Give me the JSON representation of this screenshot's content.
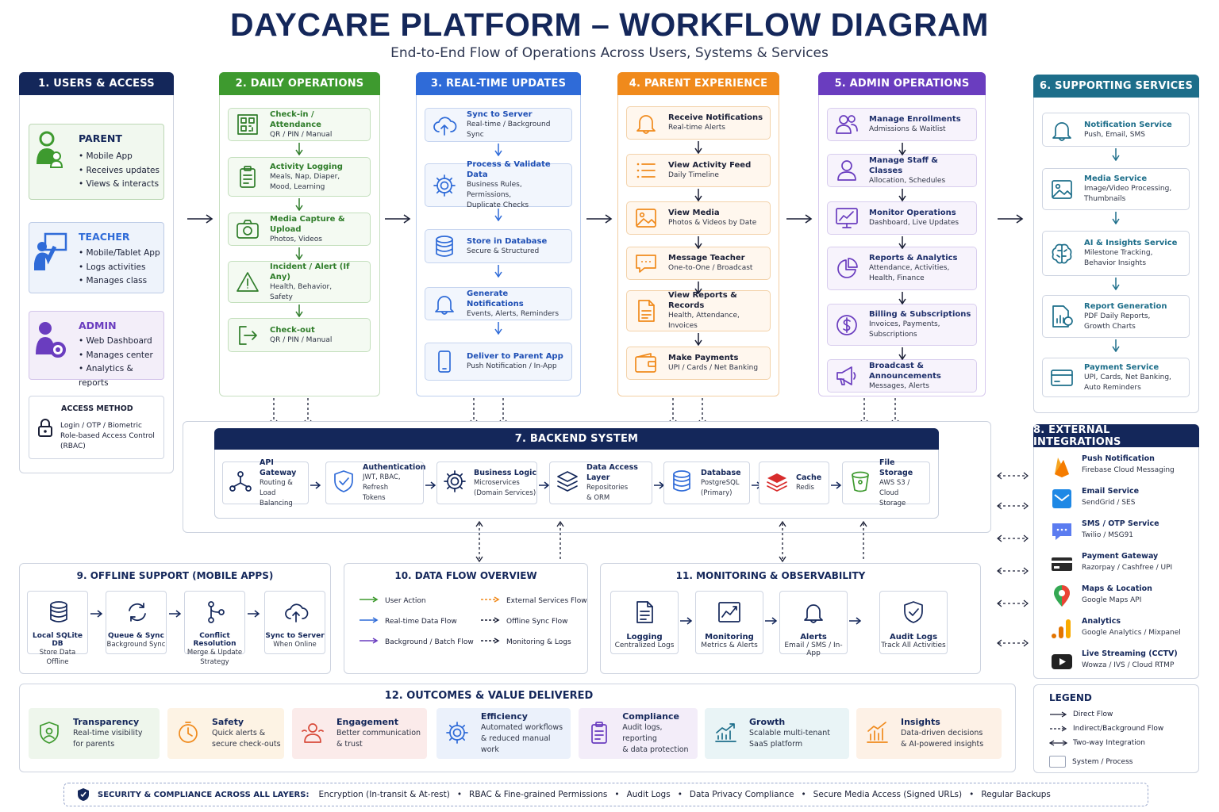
{
  "title": "DAYCARE PLATFORM – WORKFLOW DIAGRAM",
  "subtitle": "End-to-End Flow of Operations Across Users, Systems & Services",
  "colors": {
    "navy": "#14275a",
    "green": "#3e9a2f",
    "blue": "#2f6bd8",
    "orange": "#f08a1c",
    "purple": "#6a3dbf",
    "teal": "#1d6e8a"
  },
  "users": {
    "header": "1. USERS & ACCESS",
    "parent": {
      "title": "PARENT",
      "items": [
        "• Mobile App",
        "• Receives updates",
        "• Views & interacts"
      ]
    },
    "teacher": {
      "title": "TEACHER",
      "items": [
        "• Mobile/Tablet App",
        "• Logs activities",
        "• Manages class"
      ]
    },
    "admin": {
      "title": "ADMIN",
      "items": [
        "• Web Dashboard",
        "• Manages center",
        "• Analytics & reports"
      ]
    },
    "access": {
      "title": "ACCESS METHOD",
      "lines": [
        "Login / OTP / Biometric",
        "Role-based Access Control",
        "(RBAC)"
      ]
    }
  },
  "daily": {
    "header": "2. DAILY OPERATIONS",
    "cards": [
      {
        "title": "Check-in / Attendance",
        "sub": [
          "QR / PIN / Manual"
        ],
        "icon": "qr-code-icon"
      },
      {
        "title": "Activity Logging",
        "sub": [
          "Meals, Nap, Diaper,",
          "Mood, Learning"
        ],
        "icon": "clipboard-icon"
      },
      {
        "title": "Media Capture & Upload",
        "sub": [
          "Photos, Videos"
        ],
        "icon": "camera-icon"
      },
      {
        "title": "Incident / Alert (If Any)",
        "sub": [
          "Health, Behavior,",
          "Safety"
        ],
        "icon": "warning-icon"
      },
      {
        "title": "Check-out",
        "sub": [
          "QR / PIN / Manual"
        ],
        "icon": "exit-icon"
      }
    ]
  },
  "realtime": {
    "header": "3. REAL-TIME UPDATES",
    "cards": [
      {
        "title": "Sync to Server",
        "sub": [
          "Real-time / Background Sync"
        ],
        "icon": "cloud-upload-icon"
      },
      {
        "title": "Process & Validate Data",
        "sub": [
          "Business Rules, Permissions,",
          "Duplicate Checks"
        ],
        "icon": "gear-icon"
      },
      {
        "title": "Store in Database",
        "sub": [
          "Secure & Structured"
        ],
        "icon": "database-icon"
      },
      {
        "title": "Generate Notifications",
        "sub": [
          "Events, Alerts, Reminders"
        ],
        "icon": "bell-icon"
      },
      {
        "title": "Deliver to Parent App",
        "sub": [
          "Push Notification / In-App"
        ],
        "icon": "phone-icon"
      }
    ]
  },
  "parentx": {
    "header": "4. PARENT EXPERIENCE",
    "cards": [
      {
        "title": "Receive Notifications",
        "sub": [
          "Real-time Alerts"
        ],
        "icon": "bell-icon"
      },
      {
        "title": "View Activity Feed",
        "sub": [
          "Daily Timeline"
        ],
        "icon": "list-icon"
      },
      {
        "title": "View Media",
        "sub": [
          "Photos & Videos by Date"
        ],
        "icon": "image-icon"
      },
      {
        "title": "Message Teacher",
        "sub": [
          "One-to-One / Broadcast"
        ],
        "icon": "chat-icon"
      },
      {
        "title": "View Reports & Records",
        "sub": [
          "Health, Attendance,",
          "Invoices"
        ],
        "icon": "document-icon"
      },
      {
        "title": "Make Payments",
        "sub": [
          "UPI / Cards / Net Banking"
        ],
        "icon": "wallet-icon"
      }
    ]
  },
  "adminops": {
    "header": "5. ADMIN OPERATIONS",
    "cards": [
      {
        "title": "Manage Enrollments",
        "sub": [
          "Admissions & Waitlist"
        ],
        "icon": "users-icon"
      },
      {
        "title": "Manage Staff & Classes",
        "sub": [
          "Allocation, Schedules"
        ],
        "icon": "user-icon"
      },
      {
        "title": "Monitor Operations",
        "sub": [
          "Dashboard, Live Updates"
        ],
        "icon": "monitor-chart-icon"
      },
      {
        "title": "Reports & Analytics",
        "sub": [
          "Attendance, Activities,",
          "Health, Finance"
        ],
        "icon": "pie-chart-icon"
      },
      {
        "title": "Billing & Subscriptions",
        "sub": [
          "Invoices, Payments,",
          "Subscriptions"
        ],
        "icon": "dollar-icon"
      },
      {
        "title": "Broadcast & Announcements",
        "sub": [
          "Messages, Alerts"
        ],
        "icon": "megaphone-icon"
      }
    ]
  },
  "support": {
    "header": "6. SUPPORTING SERVICES",
    "cards": [
      {
        "title": "Notification Service",
        "sub": [
          "Push, Email, SMS"
        ],
        "icon": "bell-icon"
      },
      {
        "title": "Media Service",
        "sub": [
          "Image/Video Processing,",
          "Thumbnails"
        ],
        "icon": "image-icon"
      },
      {
        "title": "AI & Insights Service",
        "sub": [
          "Milestone Tracking,",
          "Behavior Insights"
        ],
        "icon": "brain-icon"
      },
      {
        "title": "Report Generation",
        "sub": [
          "PDF Daily Reports,",
          "Growth Charts"
        ],
        "icon": "report-icon"
      },
      {
        "title": "Payment Service",
        "sub": [
          "UPI, Cards, Net Banking,",
          "Auto Reminders"
        ],
        "icon": "card-icon"
      }
    ]
  },
  "backend": {
    "header": "7. BACKEND SYSTEM",
    "items": [
      {
        "title": "API Gateway",
        "sub": [
          "Routing & Load",
          "Balancing"
        ],
        "icon": "network-icon"
      },
      {
        "title": "Authentication",
        "sub": [
          "JWT, RBAC, Refresh",
          "Tokens"
        ],
        "icon": "shield-icon"
      },
      {
        "title": "Business Logic",
        "sub": [
          "Microservices",
          "(Domain Services)"
        ],
        "icon": "gear-icon"
      },
      {
        "title": "Data Access Layer",
        "sub": [
          "Repositories",
          "& ORM"
        ],
        "icon": "layers-icon"
      },
      {
        "title": "Database",
        "sub": [
          "PostgreSQL",
          "(Primary)"
        ],
        "icon": "database-icon"
      },
      {
        "title": "Cache",
        "sub": [
          "Redis"
        ],
        "icon": "redis-icon"
      },
      {
        "title": "File Storage",
        "sub": [
          "AWS S3 / Cloud",
          "Storage"
        ],
        "icon": "bucket-icon"
      }
    ]
  },
  "external": {
    "header": "8. EXTERNAL INTEGRATIONS",
    "items": [
      {
        "title": "Push Notification",
        "sub": "Firebase Cloud Messaging",
        "icon": "firebase-icon"
      },
      {
        "title": "Email Service",
        "sub": "SendGrid / SES",
        "icon": "email-icon"
      },
      {
        "title": "SMS / OTP Service",
        "sub": "Twilio / MSG91",
        "icon": "sms-icon"
      },
      {
        "title": "Payment Gateway",
        "sub": "Razorpay / Cashfree / UPI",
        "icon": "payment-icon"
      },
      {
        "title": "Maps & Location",
        "sub": "Google Maps API",
        "icon": "map-pin-icon"
      },
      {
        "title": "Analytics",
        "sub": "Google Analytics / Mixpanel",
        "icon": "analytics-icon"
      },
      {
        "title": "Live Streaming (CCTV)",
        "sub": "Wowza / IVS / Cloud RTMP",
        "icon": "video-icon"
      }
    ]
  },
  "offline": {
    "header": "9. OFFLINE SUPPORT (MOBILE APPS)",
    "items": [
      {
        "title": "Local SQLite DB",
        "sub": [
          "Store Data Offline"
        ],
        "icon": "database-icon"
      },
      {
        "title": "Queue & Sync",
        "sub": [
          "Background Sync"
        ],
        "icon": "sync-icon"
      },
      {
        "title": "Conflict Resolution",
        "sub": [
          "Merge & Update",
          "Strategy"
        ],
        "icon": "merge-icon"
      },
      {
        "title": "Sync to Server",
        "sub": [
          "When Online"
        ],
        "icon": "cloud-upload-icon"
      }
    ]
  },
  "dataflow": {
    "header": "10. DATA FLOW OVERVIEW",
    "items": [
      {
        "label": "User Action",
        "color": "#3e9a2f",
        "dashed": false
      },
      {
        "label": "External Services Flow",
        "color": "#f08a1c",
        "dashed": true
      },
      {
        "label": "Real-time Data Flow",
        "color": "#2f6bd8",
        "dashed": false
      },
      {
        "label": "Offline Sync Flow",
        "color": "#1a1f36",
        "dashed": true
      },
      {
        "label": "Background / Batch Flow",
        "color": "#6a3dbf",
        "dashed": false
      },
      {
        "label": "Monitoring & Logs",
        "color": "#1a1f36",
        "dashed": true
      }
    ]
  },
  "monitoring": {
    "header": "11. MONITORING & OBSERVABILITY",
    "items": [
      {
        "title": "Logging",
        "sub": "Centralized Logs",
        "icon": "log-icon"
      },
      {
        "title": "Monitoring",
        "sub": "Metrics & Alerts",
        "icon": "metrics-icon"
      },
      {
        "title": "Alerts",
        "sub": "Email / SMS / In-App",
        "icon": "bell-icon"
      },
      {
        "title": "Audit Logs",
        "sub": "Track All Activities",
        "icon": "shield-check-icon"
      }
    ]
  },
  "outcomes": {
    "header": "12. OUTCOMES & VALUE DELIVERED",
    "items": [
      {
        "title": "Transparency",
        "sub": [
          "Real-time visibility",
          "for parents"
        ],
        "icon": "eye-shield-icon",
        "bg": "#eef6ec",
        "color": "#3e9a2f"
      },
      {
        "title": "Safety",
        "sub": [
          "Quick alerts &",
          "secure check-outs"
        ],
        "icon": "clock-icon",
        "bg": "#fdf3e4",
        "color": "#f08a1c"
      },
      {
        "title": "Engagement",
        "sub": [
          "Better communication",
          "& trust"
        ],
        "icon": "people-icon",
        "bg": "#fbebea",
        "color": "#d84a3a"
      },
      {
        "title": "Efficiency",
        "sub": [
          "Automated workflows",
          "& reduced manual work"
        ],
        "icon": "gear-icon",
        "bg": "#ebf1fb",
        "color": "#2f6bd8"
      },
      {
        "title": "Compliance",
        "sub": [
          "Audit logs, reporting",
          "& data protection"
        ],
        "icon": "clipboard-icon",
        "bg": "#f3edf9",
        "color": "#6a3dbf"
      },
      {
        "title": "Growth",
        "sub": [
          "Scalable multi-tenant",
          "SaaS platform"
        ],
        "icon": "growth-icon",
        "bg": "#e9f4f6",
        "color": "#1d6e8a"
      },
      {
        "title": "Insights",
        "sub": [
          "Data-driven decisions",
          "& AI-powered insights"
        ],
        "icon": "bar-chart-icon",
        "bg": "#fdf1e6",
        "color": "#f08a1c"
      }
    ]
  },
  "legend": {
    "header": "LEGEND",
    "items": [
      "Direct Flow",
      "Indirect/Background Flow",
      "Two-way Integration",
      "System / Process"
    ]
  },
  "security": {
    "label": "SECURITY & COMPLIANCE ACROSS ALL LAYERS:",
    "items": [
      "Encryption (In-transit & At-rest)",
      "RBAC & Fine-grained Permissions",
      "Audit Logs",
      "Data Privacy Compliance",
      "Secure Media Access (Signed URLs)",
      "Regular Backups"
    ]
  }
}
